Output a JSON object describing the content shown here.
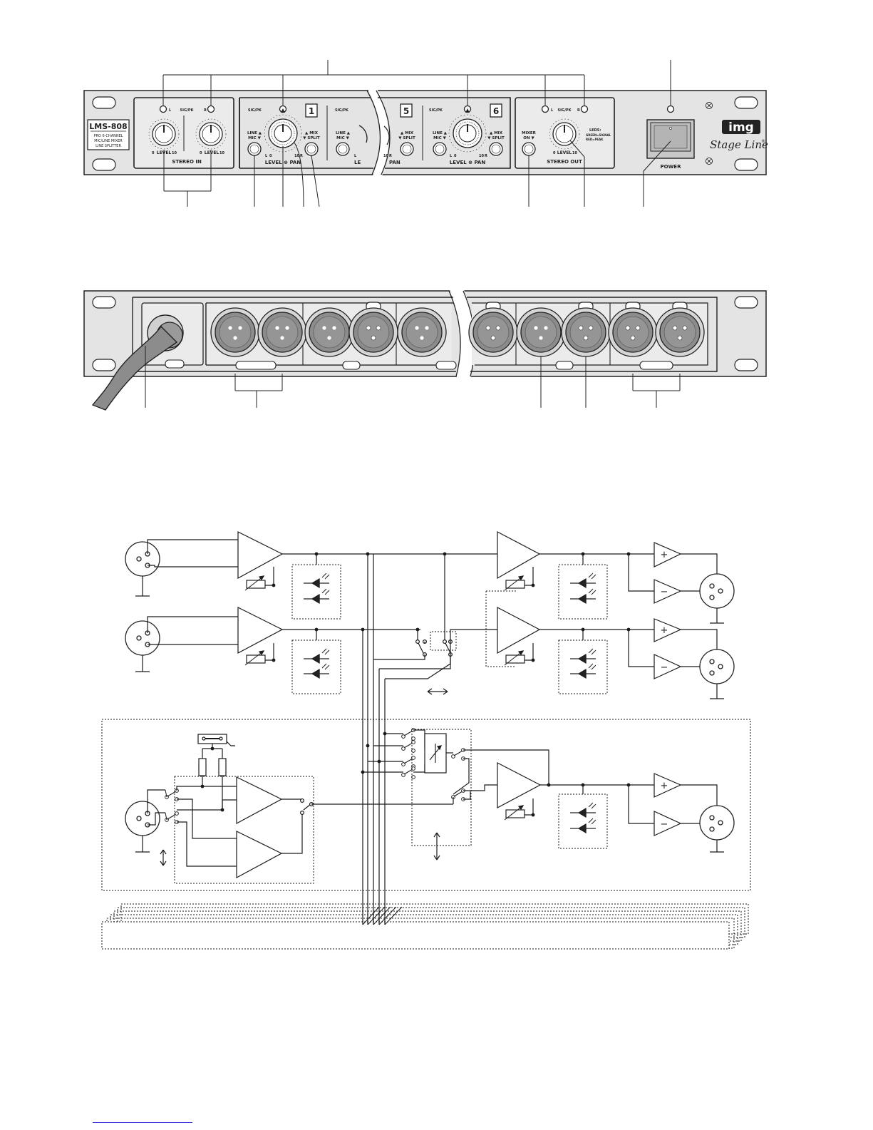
{
  "front_panel": {
    "model": "LMS-808",
    "model_desc": [
      "PRO 6-CHANNEL",
      "MIC/LINE MIXER",
      "LINE SPLITTER"
    ],
    "stereo_in": {
      "title": "STEREO IN",
      "sig_pk": "SIG/PK",
      "left": "L",
      "right": "R",
      "level": "LEVEL",
      "min": "0",
      "max": "10"
    },
    "channel": {
      "sig_pk": "SIG/PK",
      "line_mic": [
        "LINE ▲",
        "MIC ▼"
      ],
      "mix_split": [
        "▲ MIX",
        "▼ SPLIT"
      ],
      "level_pan": "LEVEL ⊕ PAN",
      "scale_l": "L",
      "scale_r": "R",
      "min": "0",
      "max": "10"
    },
    "channel_numbers": [
      "1",
      "5",
      "6"
    ],
    "partial_level_pan": "LE",
    "partial_pan": "PAN",
    "stereo_out": {
      "title": "STEREO OUT",
      "sig_pk": "SIG/PK",
      "left": "L",
      "right": "R",
      "level": "LEVEL",
      "min": "0",
      "max": "10",
      "mixer_on": [
        "MIXER",
        "ON ▼"
      ],
      "leds_title": "LEDS:",
      "leds_lines": [
        "GREEN=SIGNAL",
        "RED=PEAK"
      ]
    },
    "power": "POWER",
    "brand": "img",
    "brand_sub": "Stage Line",
    "brand_reg": "®"
  },
  "schematic": {
    "plus": "+",
    "minus": "−"
  },
  "colors": {
    "panel_fill": "#e4e4e4",
    "module_fill": "#ebebeb",
    "xlr_fill": "#8c8c8c",
    "line": "#1a1a1a",
    "footnote_rule": "#3a3adf"
  }
}
